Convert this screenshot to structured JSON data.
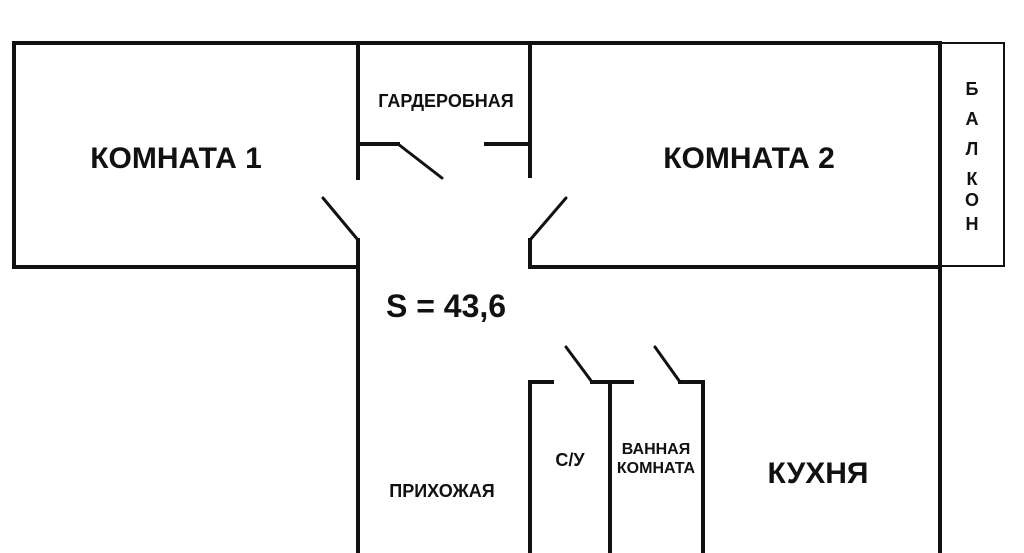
{
  "rooms": {
    "room1": "КОМНАТА 1",
    "room2": "КОМНАТА 2",
    "wardrobe": "ГАРДЕРОБНАЯ",
    "hallway": "ПРИХОЖАЯ",
    "wc": "С/У",
    "bathroom_line1": "ВАННАЯ",
    "bathroom_line2": "КОМНАТА",
    "kitchen": "КУХНЯ",
    "balcony": [
      "Б",
      "А",
      "Л",
      "К",
      "О",
      "Н"
    ]
  },
  "area_label": "S = 43,6"
}
